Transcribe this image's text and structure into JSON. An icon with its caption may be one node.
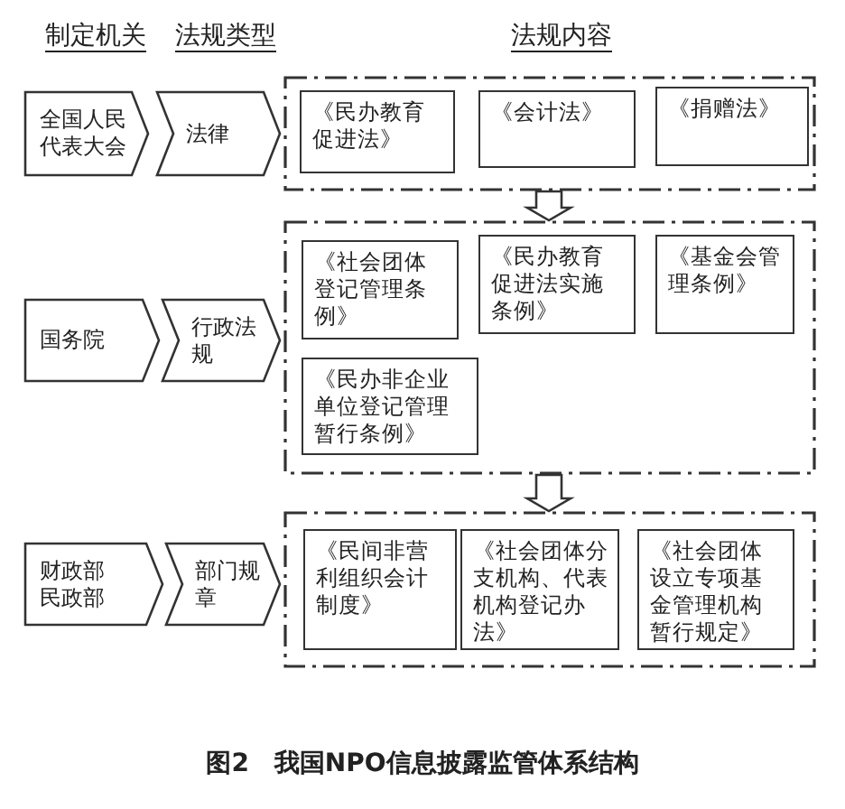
{
  "diagram": {
    "caption": "图2　我国NPO信息披露监管体系结构",
    "nodes": [
      {
        "text": [
          "全国人民代表大会"
        ]
      },
      {
        "text": [
          "法律"
        ]
      },
      {
        "text": [],
        "shape": "box"
      },
      {
        "text": [
          "《民办教育促进法》"
        ],
        "in": 2
      },
      {
        "text": [
          "《会计法》"
        ],
        "in": 2
      },
      {
        "text": [
          "《捐赠法》"
        ],
        "in": 2
      },
      {
        "text": [
          "国务院"
        ]
      },
      {
        "text": [
          "行政法规"
        ]
      },
      {
        "text": [],
        "shape": "box"
      },
      {
        "text": [
          "《社会团体登记管理条例》"
        ],
        "in": 8
      },
      {
        "text": [
          "《民办教育促进法实施条例》"
        ],
        "in": 8
      },
      {
        "text": [
          "《基金会管理条例》"
        ],
        "in": 8
      },
      {
        "text": [
          "《民办非企业单位登记管理暂行条例》"
        ],
        "in": 8
      },
      {
        "text": [
          "财政部",
          "民政部"
        ]
      },
      {
        "text": [
          "部门规章"
        ]
      },
      {
        "text": [],
        "shape": "box"
      },
      {
        "text": [
          "《民间非营利组织会计制度》"
        ],
        "in": 15
      },
      {
        "text": [
          "《社会团体分支机构、代表机构登记办法》"
        ],
        "in": 15
      },
      {
        "text": [
          "《社会团体设立专项基金管理机构暂行规定》"
        ],
        "in": 15
      }
    ],
    "edges": [
      {
        "from": 2,
        "to": 8,
        "arrow": "to"
      },
      {
        "from": 8,
        "to": 15,
        "arrow": "to"
      }
    ],
    "labels": [
      "制定机关",
      "法规类型",
      "法规内容"
    ]
  }
}
